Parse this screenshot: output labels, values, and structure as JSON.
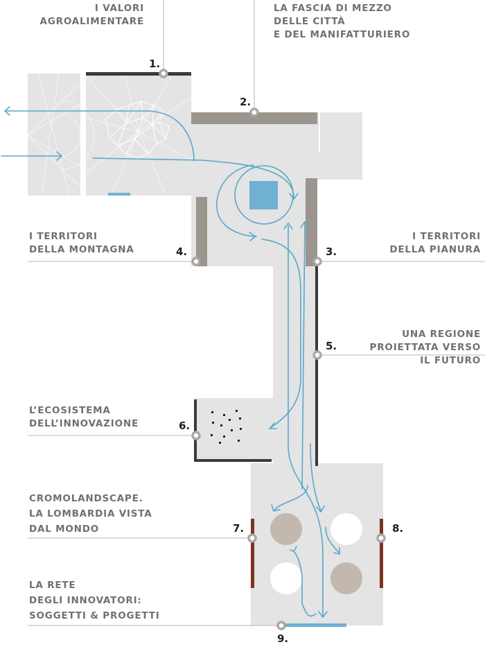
{
  "zones": [
    {
      "number": "1.",
      "label": [
        "I VALORI",
        "AGROALIMENTARE"
      ]
    },
    {
      "number": "2.",
      "label": [
        "LA FASCIA DI MEZZO",
        "DELLE CITTÀ",
        "E DEL MANIFATTURIERO"
      ]
    },
    {
      "number": "3.",
      "label": [
        "I TERRITORI",
        "DELLA PIANURA"
      ]
    },
    {
      "number": "4.",
      "label": [
        "I TERRITORI",
        "DELLA MONTAGNA"
      ]
    },
    {
      "number": "5.",
      "label": [
        "UNA REGIONE",
        "PROIETTATA VERSO",
        "IL FUTURO"
      ]
    },
    {
      "number": "6.",
      "label": [
        "L’ECOSISTEMA",
        "DELL’INNOVAZIONE"
      ]
    },
    {
      "number": "7.",
      "label": [
        "CROMOLANDSCAPE.",
        "LA LOMBARDIA VISTA",
        "DAL MONDO"
      ]
    },
    {
      "number": "8.",
      "label": []
    },
    {
      "number": "9.",
      "label": [
        "LA RETE",
        "DEGLI INNOVATORI:",
        "SOGGETTI & PROGETTI"
      ]
    }
  ],
  "colors": {
    "floor": "#e3e4e3",
    "wall_dark": "#3a3a3a",
    "wall_taupe": "#9c958d",
    "wall_rust": "#7a3422",
    "flow": "#5aa6cc",
    "accent_blue": "#6fb0d3",
    "disc_taupe": "#c2b8ae",
    "label": "#707070"
  }
}
